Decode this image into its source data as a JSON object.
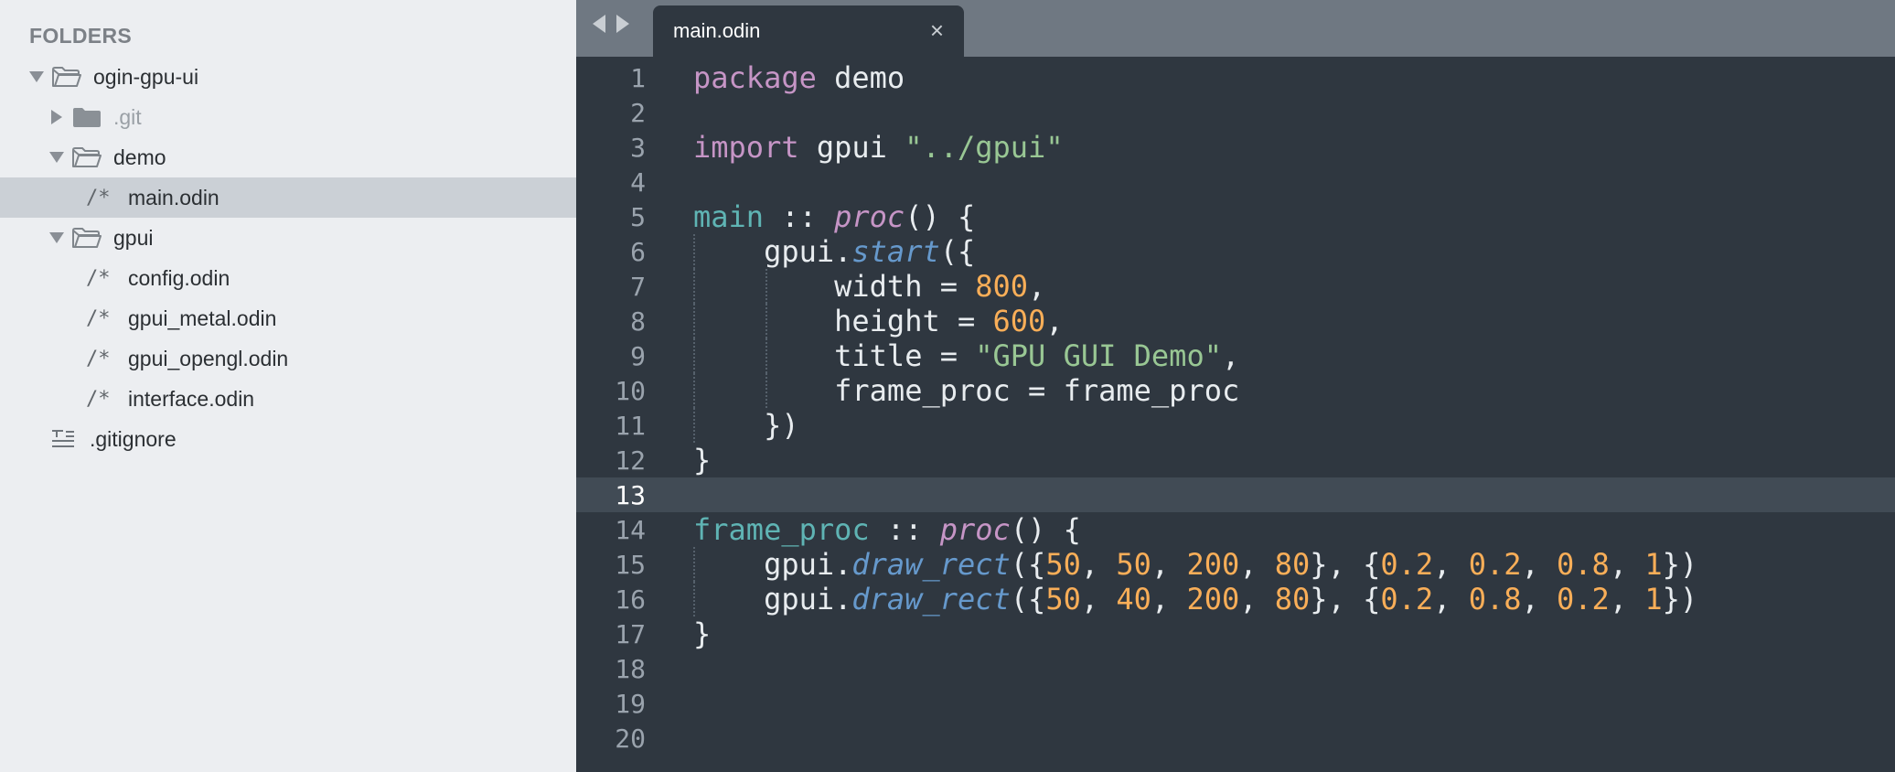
{
  "sidebar": {
    "heading": "FOLDERS",
    "items": [
      {
        "label": "ogin-gpu-ui",
        "type": "folder-open",
        "expanded": true,
        "depth": 0
      },
      {
        "label": ".git",
        "type": "folder-closed",
        "expanded": false,
        "depth": 1
      },
      {
        "label": "demo",
        "type": "folder-open",
        "expanded": true,
        "depth": 1
      },
      {
        "label": "main.odin",
        "type": "file-odin",
        "glyph": "/*",
        "depth": 2,
        "selected": true
      },
      {
        "label": "gpui",
        "type": "folder-open",
        "expanded": true,
        "depth": 1
      },
      {
        "label": "config.odin",
        "type": "file-odin",
        "glyph": "/*",
        "depth": 2
      },
      {
        "label": "gpui_metal.odin",
        "type": "file-odin",
        "glyph": "/*",
        "depth": 2
      },
      {
        "label": "gpui_opengl.odin",
        "type": "file-odin",
        "glyph": "/*",
        "depth": 2
      },
      {
        "label": "interface.odin",
        "type": "file-odin",
        "glyph": "/*",
        "depth": 2
      },
      {
        "label": ".gitignore",
        "type": "file-text",
        "depth": 1
      }
    ]
  },
  "tabs": [
    {
      "label": "main.odin",
      "active": true,
      "close_glyph": "×"
    }
  ],
  "editor": {
    "current_line": 13,
    "lines": [
      {
        "n": "1",
        "tokens": [
          {
            "t": "package",
            "c": "kw-pink"
          },
          {
            "t": " demo"
          }
        ]
      },
      {
        "n": "2",
        "tokens": []
      },
      {
        "n": "3",
        "tokens": [
          {
            "t": "import",
            "c": "kw-pink"
          },
          {
            "t": " gpui "
          },
          {
            "t": "\"../gpui\"",
            "c": "str"
          }
        ]
      },
      {
        "n": "4",
        "tokens": []
      },
      {
        "n": "5",
        "tokens": [
          {
            "t": "main",
            "c": "kw-teal"
          },
          {
            "t": " :: "
          },
          {
            "t": "proc",
            "c": "fn-italic"
          },
          {
            "t": "() {"
          }
        ]
      },
      {
        "n": "6",
        "guides": 1,
        "tokens": [
          {
            "t": "    gpui."
          },
          {
            "t": "start",
            "c": "call-blue"
          },
          {
            "t": "({"
          }
        ]
      },
      {
        "n": "7",
        "guides": 2,
        "tokens": [
          {
            "t": "        width = "
          },
          {
            "t": "800",
            "c": "num"
          },
          {
            "t": ","
          }
        ]
      },
      {
        "n": "8",
        "guides": 2,
        "tokens": [
          {
            "t": "        height = "
          },
          {
            "t": "600",
            "c": "num"
          },
          {
            "t": ","
          }
        ]
      },
      {
        "n": "9",
        "guides": 2,
        "tokens": [
          {
            "t": "        title = "
          },
          {
            "t": "\"GPU GUI Demo\"",
            "c": "str"
          },
          {
            "t": ","
          }
        ]
      },
      {
        "n": "10",
        "guides": 2,
        "tokens": [
          {
            "t": "        frame_proc = frame_proc"
          }
        ]
      },
      {
        "n": "11",
        "guides": 1,
        "tokens": [
          {
            "t": "    })"
          }
        ]
      },
      {
        "n": "12",
        "tokens": [
          {
            "t": "}"
          }
        ]
      },
      {
        "n": "13",
        "tokens": []
      },
      {
        "n": "14",
        "tokens": [
          {
            "t": "frame_proc",
            "c": "kw-teal"
          },
          {
            "t": " :: "
          },
          {
            "t": "proc",
            "c": "fn-italic"
          },
          {
            "t": "() {"
          }
        ]
      },
      {
        "n": "15",
        "guides": 1,
        "tokens": [
          {
            "t": "    gpui."
          },
          {
            "t": "draw_rect",
            "c": "call-blue"
          },
          {
            "t": "({"
          },
          {
            "t": "50",
            "c": "num"
          },
          {
            "t": ", "
          },
          {
            "t": "50",
            "c": "num"
          },
          {
            "t": ", "
          },
          {
            "t": "200",
            "c": "num"
          },
          {
            "t": ", "
          },
          {
            "t": "80",
            "c": "num"
          },
          {
            "t": "}, {"
          },
          {
            "t": "0.2",
            "c": "num"
          },
          {
            "t": ", "
          },
          {
            "t": "0.2",
            "c": "num"
          },
          {
            "t": ", "
          },
          {
            "t": "0.8",
            "c": "num"
          },
          {
            "t": ", "
          },
          {
            "t": "1",
            "c": "num"
          },
          {
            "t": "})"
          }
        ]
      },
      {
        "n": "16",
        "guides": 1,
        "tokens": [
          {
            "t": "    gpui."
          },
          {
            "t": "draw_rect",
            "c": "call-blue"
          },
          {
            "t": "({"
          },
          {
            "t": "50",
            "c": "num"
          },
          {
            "t": ", "
          },
          {
            "t": "40",
            "c": "num"
          },
          {
            "t": ", "
          },
          {
            "t": "200",
            "c": "num"
          },
          {
            "t": ", "
          },
          {
            "t": "80",
            "c": "num"
          },
          {
            "t": "}, {"
          },
          {
            "t": "0.2",
            "c": "num"
          },
          {
            "t": ", "
          },
          {
            "t": "0.8",
            "c": "num"
          },
          {
            "t": ", "
          },
          {
            "t": "0.2",
            "c": "num"
          },
          {
            "t": ", "
          },
          {
            "t": "1",
            "c": "num"
          },
          {
            "t": "})"
          }
        ]
      },
      {
        "n": "17",
        "tokens": [
          {
            "t": "}"
          }
        ]
      },
      {
        "n": "18",
        "tokens": []
      },
      {
        "n": "19",
        "tokens": []
      },
      {
        "n": "20",
        "tokens": []
      }
    ]
  },
  "colors": {
    "sidebar_bg": "#eceef1",
    "selection_bg": "#cbd0d6",
    "editor_bg": "#2f3740",
    "tabbar_bg": "#6f7882",
    "current_line_bg": "#414b55",
    "keyword": "#c695c6",
    "identifier_def": "#5fb4b4",
    "call": "#6699cc",
    "string": "#99c794",
    "number": "#f9ae58"
  }
}
